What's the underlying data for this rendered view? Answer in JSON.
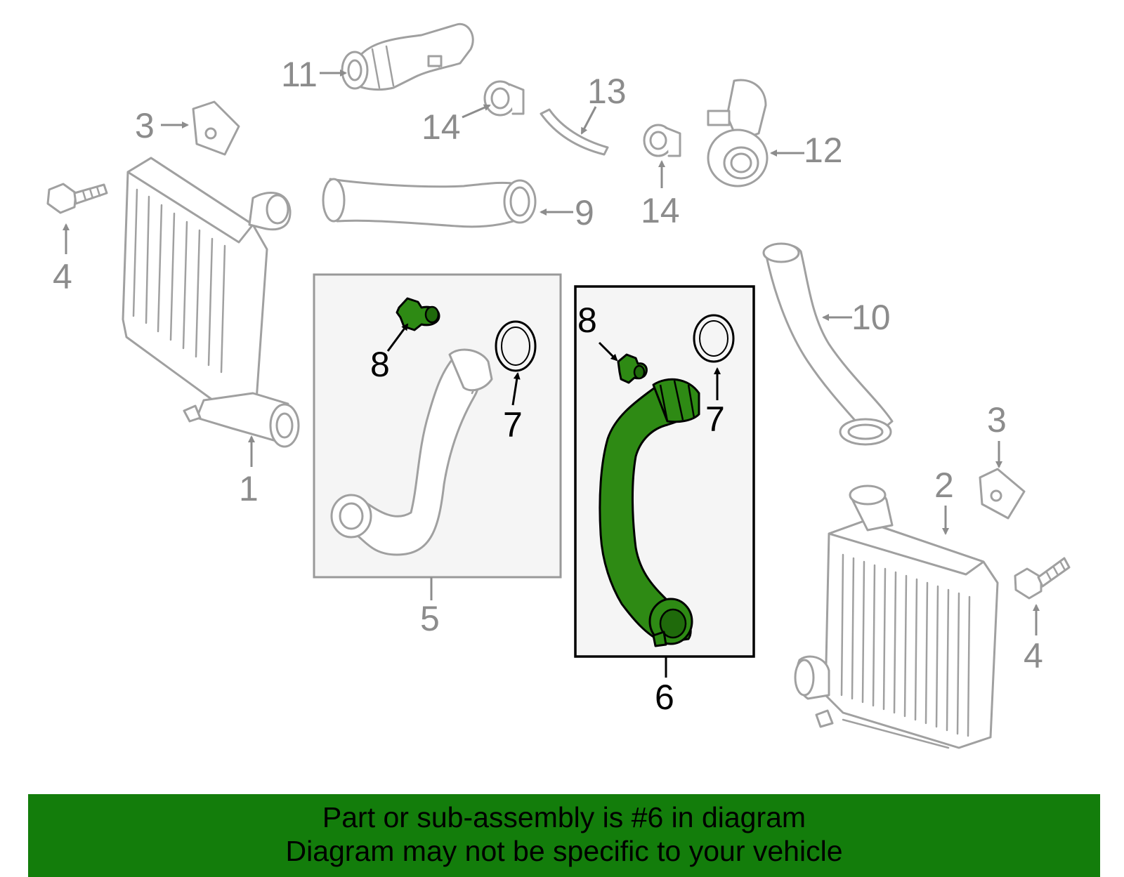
{
  "callouts": {
    "c1": "1",
    "c2": "2",
    "c3a": "3",
    "c3b": "3",
    "c4a": "4",
    "c4b": "4",
    "c5": "5",
    "c6": "6",
    "c7a": "7",
    "c7b": "7",
    "c8a": "8",
    "c8b": "8",
    "c9": "9",
    "c10": "10",
    "c11": "11",
    "c12": "12",
    "c13": "13",
    "c14a": "14",
    "c14b": "14"
  },
  "highlighted_part": "6",
  "banner": {
    "line1": "Part or sub-assembly is #6 in diagram",
    "line2": "Diagram may not be specific to your vehicle"
  },
  "colors": {
    "banner_background": "#137d0b",
    "highlight_green": "#2e8a14",
    "part_line_gray": "#a0a0a0",
    "box_5_border": "#999999",
    "box_6_border": "#000000"
  }
}
